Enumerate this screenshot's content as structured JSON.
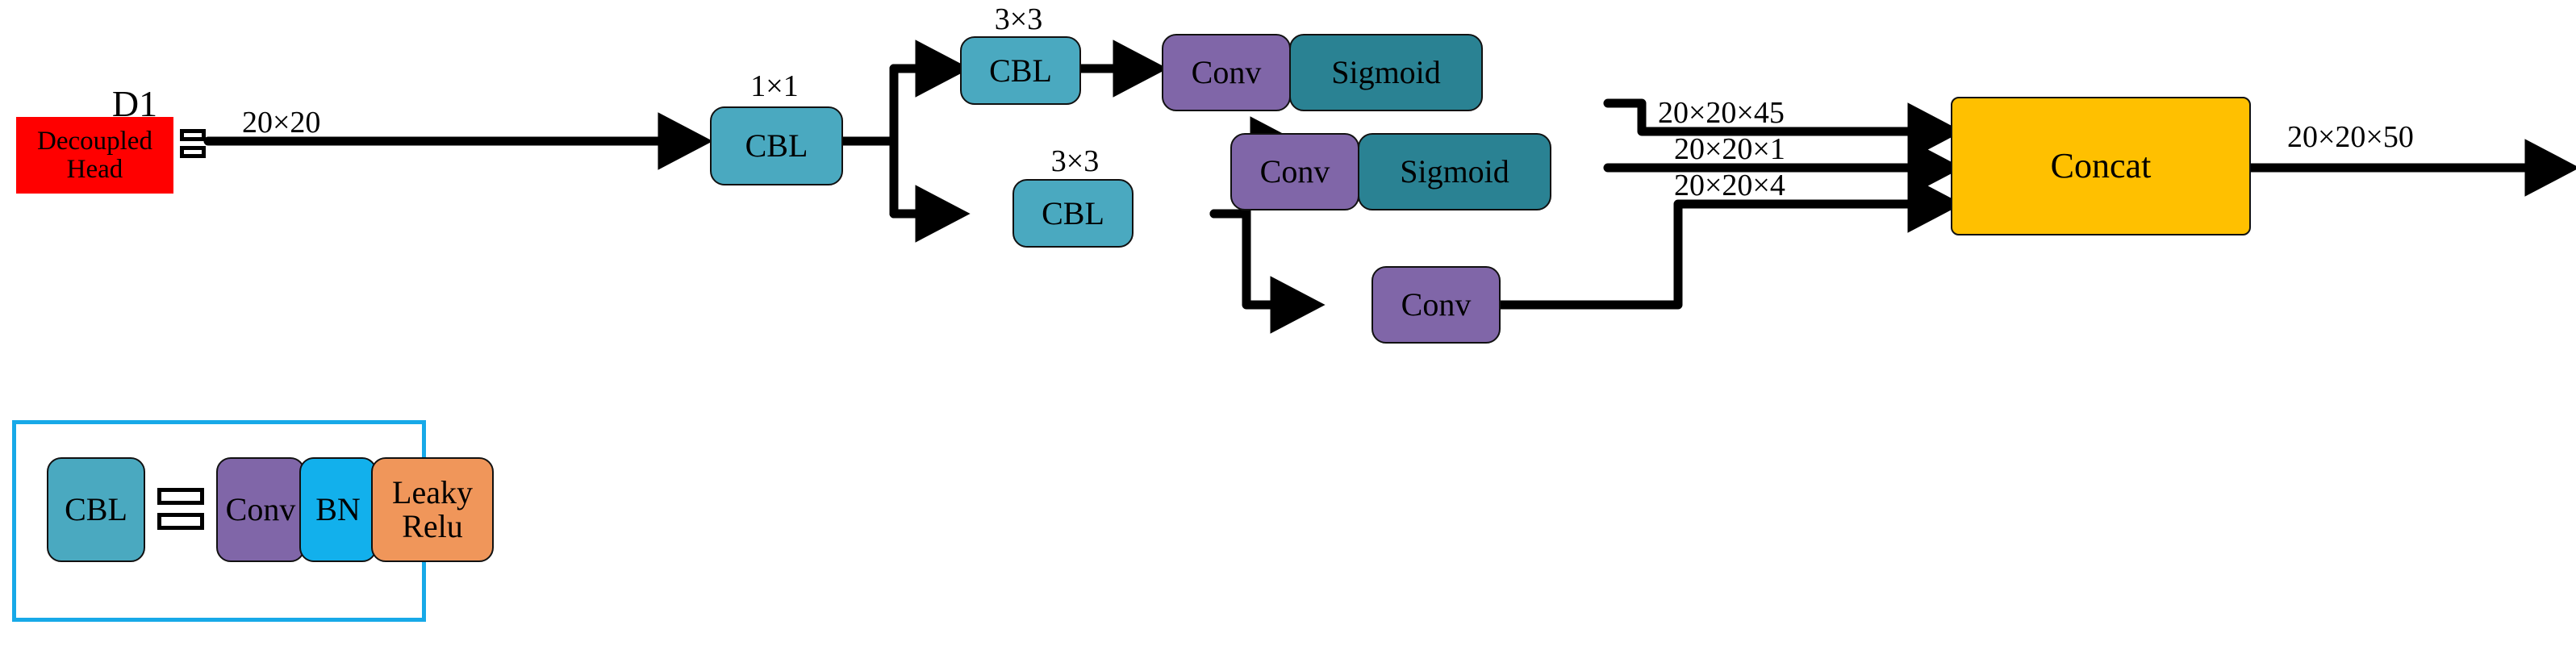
{
  "diagram": {
    "title_label": "D1",
    "head": {
      "line1": "Decoupled",
      "line2": "Head",
      "color": "#ff0000"
    },
    "equals_symbol": "equals-sign",
    "nodes": {
      "cbl_1x1": {
        "label": "CBL",
        "kernel": "1×1",
        "color": "#4aa9c0"
      },
      "cbl_top_3x3": {
        "label": "CBL",
        "kernel": "3×3",
        "color": "#4aa9c0"
      },
      "conv_top": {
        "label": "Conv",
        "color": "#8066a8"
      },
      "sigmoid_top": {
        "label": "Sigmoid",
        "color": "#2a8293"
      },
      "cbl_bot_3x3": {
        "label": "CBL",
        "kernel": "3×3",
        "color": "#4aa9c0"
      },
      "conv_mid": {
        "label": "Conv",
        "color": "#8066a8"
      },
      "sigmoid_mid": {
        "label": "Sigmoid",
        "color": "#2a8293"
      },
      "conv_bottom": {
        "label": "Conv",
        "color": "#8066a8"
      },
      "concat": {
        "label": "Concat",
        "color": "#ffc000"
      }
    },
    "edge_labels": {
      "input": "20×20",
      "branch_cls": "20×20×45",
      "branch_obj": "20×20×1",
      "branch_reg": "20×20×4",
      "output": "20×20×50"
    },
    "legend": {
      "border_color": "#17a9e8",
      "lhs": {
        "label": "CBL",
        "color": "#4aa9c0"
      },
      "equals_symbol": "equals-sign",
      "rhs": [
        {
          "label": "Conv",
          "color": "#8066a8"
        },
        {
          "label": "BN",
          "color": "#12b0ec"
        },
        {
          "label_line1": "Leaky",
          "label_line2": "Relu",
          "color": "#f0965a"
        }
      ]
    }
  }
}
